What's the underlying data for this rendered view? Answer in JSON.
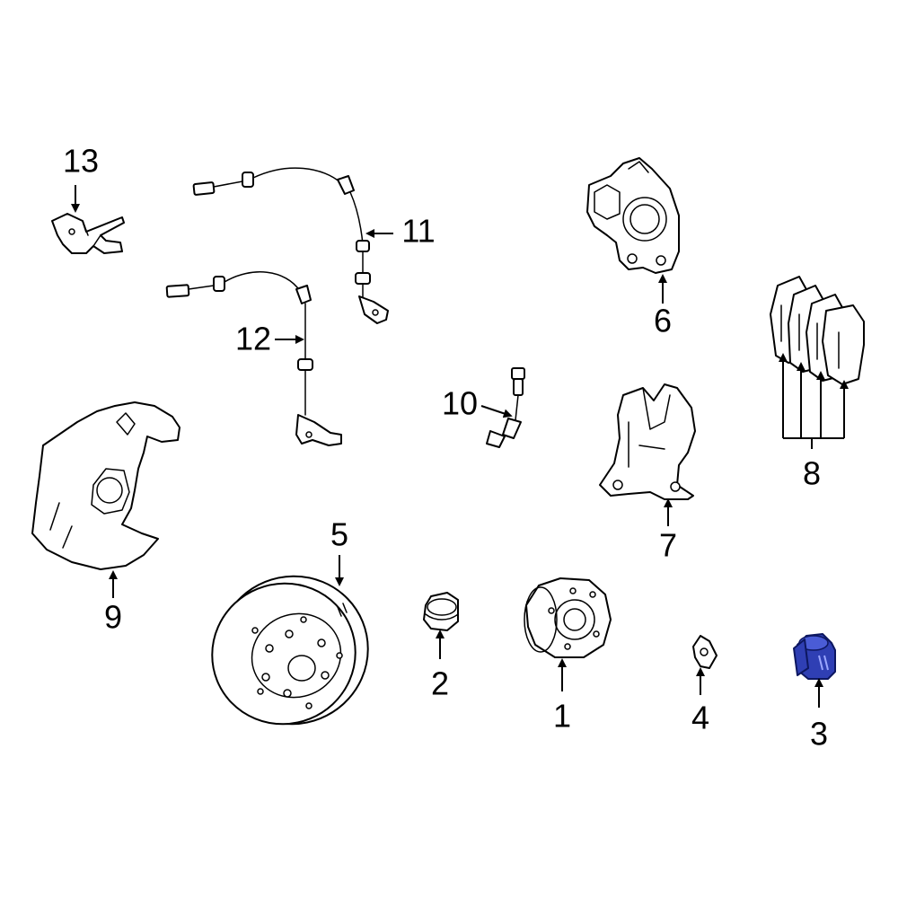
{
  "callouts": {
    "c1": "1",
    "c2": "2",
    "c3": "3",
    "c4": "4",
    "c5": "5",
    "c6": "6",
    "c7": "7",
    "c8": "8",
    "c9": "9",
    "c10": "10",
    "c11": "11",
    "c12": "12",
    "c13": "13"
  },
  "colors": {
    "line": "#000000",
    "background": "#ffffff",
    "highlighted_part": "#2f3fb4"
  },
  "highlighted_callout": "3"
}
